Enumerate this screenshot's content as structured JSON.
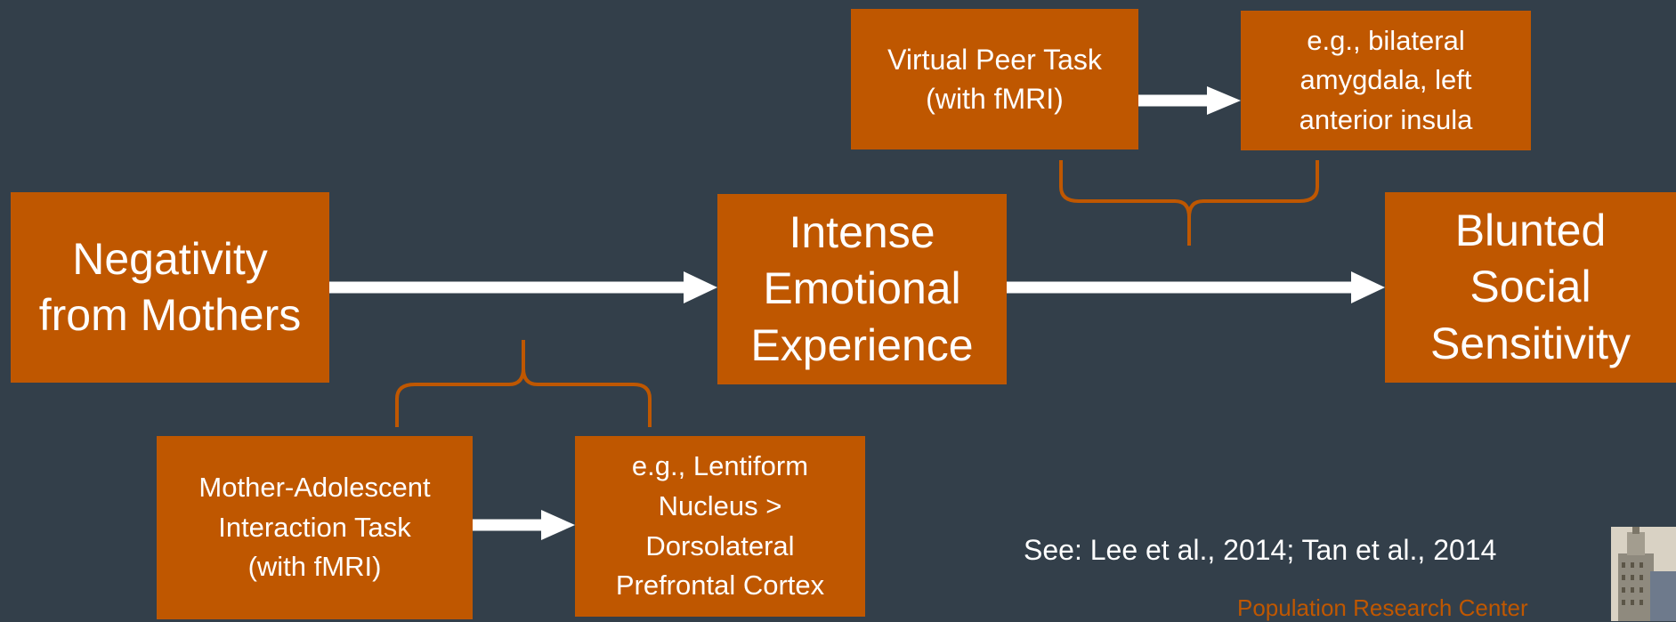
{
  "diagram": {
    "nodes": {
      "negativity": "Negativity\nfrom Mothers",
      "intense": "Intense\nEmotional\nExperience",
      "blunted": "Blunted\nSocial\nSensitivity",
      "virtual_peer": "Virtual Peer Task\n(with fMRI)",
      "amygdala": "e.g., bilateral\namygdala, left\nanterior insula",
      "mother_adolescent": "Mother-Adolescent\nInteraction Task\n(with fMRI)",
      "lentiform": "e.g., Lentiform\nNucleus >\nDorsolateral\nPrefrontal Cortex"
    },
    "edges": [
      {
        "from": "negativity",
        "to": "intense"
      },
      {
        "from": "intense",
        "to": "blunted"
      },
      {
        "from": "virtual_peer",
        "to": "amygdala"
      },
      {
        "from": "mother_adolescent",
        "to": "lentiform"
      }
    ]
  },
  "citation": "See: Lee et al., 2014; Tan et al., 2014",
  "footer_org": "Population Research Center",
  "logo_icon": "university-tower-logo",
  "colors": {
    "background": "#333f4a",
    "box": "#bf5700",
    "arrow": "#ffffff",
    "brace": "#bf5700"
  }
}
